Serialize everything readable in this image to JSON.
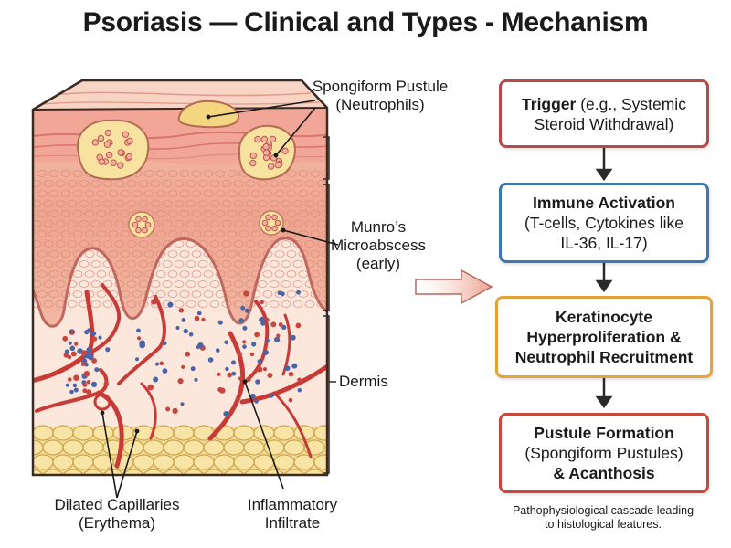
{
  "title": "Psoriasis — Clinical and Types - Mechanism",
  "labels": {
    "spongiform_pustule": [
      "Spongiform Pustule",
      "(Neutrophils)"
    ],
    "munro": [
      "Munro’s",
      "Microabscess",
      "(early)"
    ],
    "dermis": "Dermis",
    "dilated_capillaries": [
      "Dilated Capillaries",
      "(Erythema)"
    ],
    "inflammatory_infiltrate": [
      "Inflammatory",
      "Infiltrate"
    ]
  },
  "flow": [
    {
      "bold": "Trigger",
      "normal": " (e.g., Systemic",
      "rest": [
        "Steroid Withdrawal)"
      ],
      "color": "#b8484a"
    },
    {
      "bold": "Immune Activation",
      "rest": [
        "(T-cells, Cytokines like",
        "IL-36, IL-17)"
      ],
      "color": "#3d77b3"
    },
    {
      "lines_bold": [
        "Keratinocyte",
        "Hyperproliferation &",
        "Neutrophil Recruitment"
      ],
      "color": "#e3a23b"
    },
    {
      "bold": "Pustule Formation",
      "rest": [
        "(Spongiform Pustules)"
      ],
      "tail_bold": "& Acanthosis",
      "color": "#c8483e"
    }
  ],
  "caption": [
    "Pathophysiological cascade leading",
    "to histological features."
  ],
  "colors": {
    "outline": "#3a2a22",
    "epidermis": "#f2b9a6",
    "epidermis_deep": "#e98579",
    "dermis": "#fbe7dc",
    "fat": "#f6dc90",
    "vessel": "#c73a36",
    "pustule": "#f8e2a0",
    "neutrophil": "#d86a5a",
    "blue_cell": "#4a64a8",
    "arrow": "#2a2a2a"
  }
}
